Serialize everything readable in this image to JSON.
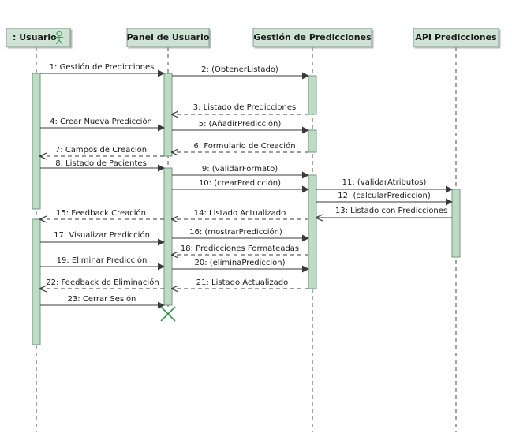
{
  "diagram": {
    "lifelines": [
      {
        "id": "usuario",
        "label": ": Usuario",
        "actor": true,
        "icon": "actor-icon"
      },
      {
        "id": "panel",
        "label": "Panel de Usuario"
      },
      {
        "id": "gestion",
        "label": "Gestión de Predicciones"
      },
      {
        "id": "api",
        "label": "API Predicciones"
      }
    ],
    "messages": [
      {
        "label": "1: Gestión de Predicciones",
        "from": "usuario",
        "to": "panel",
        "style": "sync"
      },
      {
        "label": "2: (ObtenerListado)",
        "from": "panel",
        "to": "gestion",
        "style": "sync"
      },
      {
        "label": "3: Listado de Predicciones",
        "from": "gestion",
        "to": "panel",
        "style": "return"
      },
      {
        "label": "4: Crear Nueva Predicción",
        "from": "usuario",
        "to": "panel",
        "style": "sync"
      },
      {
        "label": "5: (AñadirPredicción)",
        "from": "panel",
        "to": "gestion",
        "style": "sync"
      },
      {
        "label": "6: Formulario de Creación",
        "from": "gestion",
        "to": "panel",
        "style": "return"
      },
      {
        "label": "7: Campos de Creación",
        "from": "panel",
        "to": "usuario",
        "style": "return"
      },
      {
        "label": "8: Listado de Pacientes",
        "from": "usuario",
        "to": "panel",
        "style": "sync"
      },
      {
        "label": "9: (validarFormato)",
        "from": "panel",
        "to": "gestion",
        "style": "sync"
      },
      {
        "label": "10: (crearPredicción)",
        "from": "panel",
        "to": "gestion",
        "style": "sync"
      },
      {
        "label": "11: (validarAtributos)",
        "from": "gestion",
        "to": "api",
        "style": "sync"
      },
      {
        "label": "12: (calcularPredicción)",
        "from": "gestion",
        "to": "api",
        "style": "sync"
      },
      {
        "label": "13: Listado con Predicciones",
        "from": "api",
        "to": "gestion",
        "style": "return"
      },
      {
        "label": "14: Listado Actualizado",
        "from": "gestion",
        "to": "panel",
        "style": "return"
      },
      {
        "label": "15: Feedback Creación",
        "from": "panel",
        "to": "usuario",
        "style": "return"
      },
      {
        "label": "16: (mostrarPredicción)",
        "from": "panel",
        "to": "gestion",
        "style": "sync"
      },
      {
        "label": "17: Visualizar Predicción",
        "from": "usuario",
        "to": "panel",
        "style": "sync"
      },
      {
        "label": "18: Predicciones Formateadas",
        "from": "gestion",
        "to": "panel",
        "style": "return"
      },
      {
        "label": "19: Eliminar Predicción",
        "from": "usuario",
        "to": "panel",
        "style": "sync"
      },
      {
        "label": "20: (eliminaPredicción)",
        "from": "panel",
        "to": "gestion",
        "style": "sync"
      },
      {
        "label": "21: Listado Actualizado",
        "from": "gestion",
        "to": "panel",
        "style": "return"
      },
      {
        "label": "22: Feedback de Eliminación",
        "from": "panel",
        "to": "usuario",
        "style": "return"
      },
      {
        "label": "23: Cerrar Sesión",
        "from": "usuario",
        "to": "panel",
        "style": "sync"
      }
    ],
    "destruction": {
      "lifeline": "panel",
      "icon": "destroy-x-icon"
    },
    "colors": {
      "header_fill": "#cfe3d5",
      "header_stroke": "#7f9f8a",
      "activation_fill": "#bcdcc4",
      "activation_stroke": "#6f9a7c",
      "lifeline_stroke": "#4a4a4a",
      "message_stroke": "#3a3a3a",
      "actor_icon": "#3f9a5a",
      "destroy": "#3f9a5a"
    }
  }
}
